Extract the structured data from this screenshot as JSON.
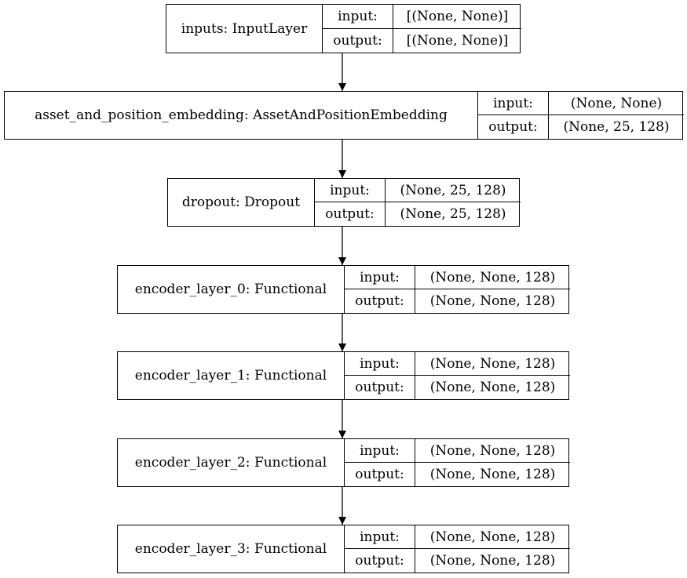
{
  "diagram": {
    "colors": {
      "line": "#000000",
      "background": "#ffffff"
    },
    "layers": [
      {
        "name": "inputs: InputLayer",
        "input_label": "input:",
        "input_shape": "[(None, None)]",
        "output_label": "output:",
        "output_shape": "[(None, None)]"
      },
      {
        "name": "asset_and_position_embedding: AssetAndPositionEmbedding",
        "input_label": "input:",
        "input_shape": "(None, None)",
        "output_label": "output:",
        "output_shape": "(None, 25, 128)"
      },
      {
        "name": "dropout: Dropout",
        "input_label": "input:",
        "input_shape": "(None, 25, 128)",
        "output_label": "output:",
        "output_shape": "(None, 25, 128)"
      },
      {
        "name": "encoder_layer_0: Functional",
        "input_label": "input:",
        "input_shape": "(None, None, 128)",
        "output_label": "output:",
        "output_shape": "(None, None, 128)"
      },
      {
        "name": "encoder_layer_1: Functional",
        "input_label": "input:",
        "input_shape": "(None, None, 128)",
        "output_label": "output:",
        "output_shape": "(None, None, 128)"
      },
      {
        "name": "encoder_layer_2: Functional",
        "input_label": "input:",
        "input_shape": "(None, None, 128)",
        "output_label": "output:",
        "output_shape": "(None, None, 128)"
      },
      {
        "name": "encoder_layer_3: Functional",
        "input_label": "input:",
        "input_shape": "(None, None, 128)",
        "output_label": "output:",
        "output_shape": "(None, None, 128)"
      }
    ],
    "edges": [
      {
        "from": 0,
        "to": 1
      },
      {
        "from": 1,
        "to": 2
      },
      {
        "from": 2,
        "to": 3
      },
      {
        "from": 3,
        "to": 4
      },
      {
        "from": 4,
        "to": 5
      },
      {
        "from": 5,
        "to": 6
      }
    ]
  }
}
